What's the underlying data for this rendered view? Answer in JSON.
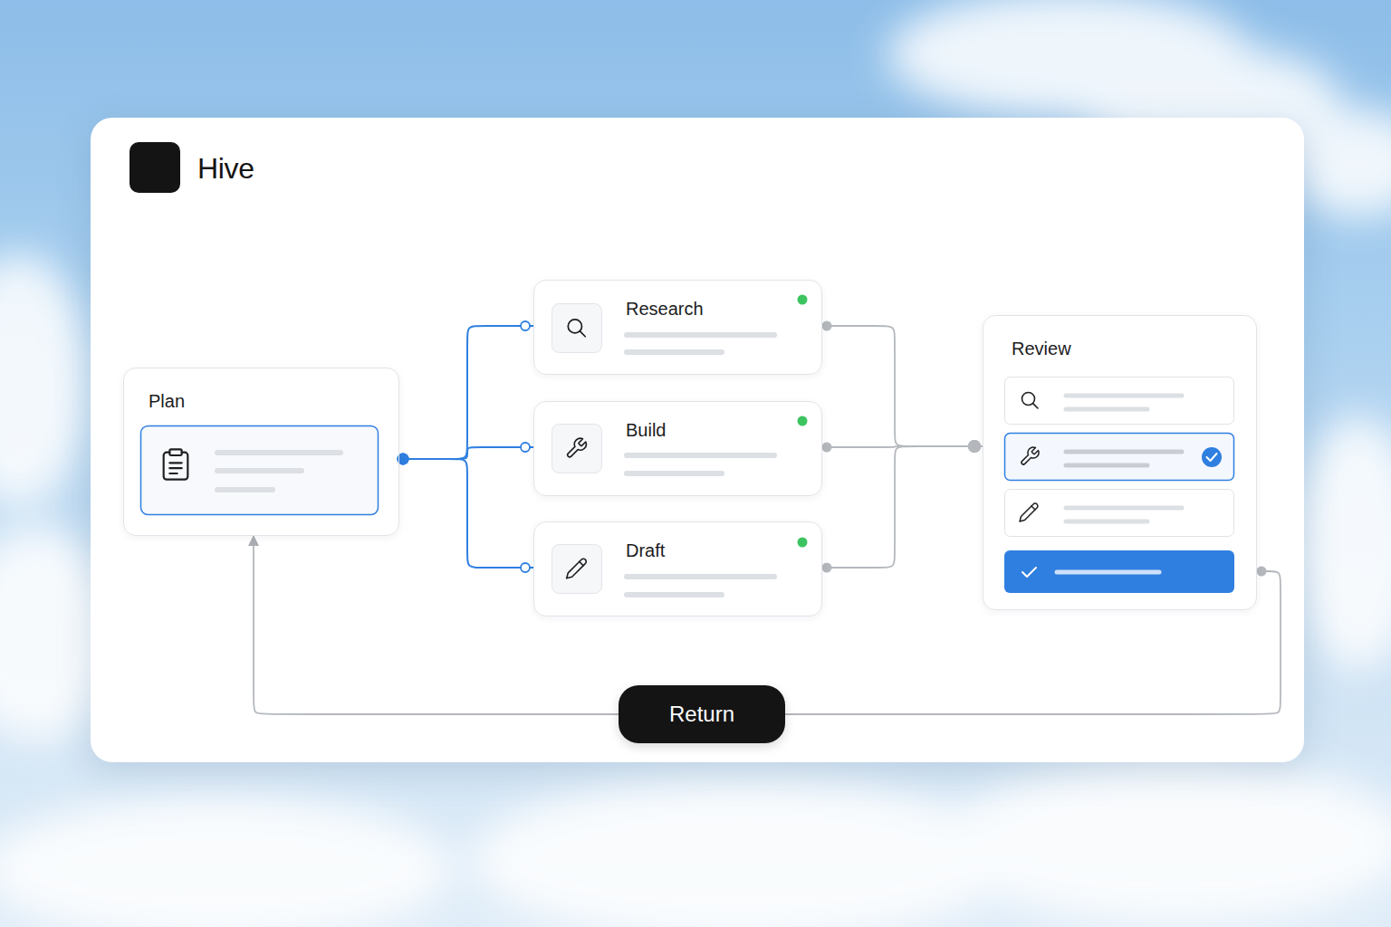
{
  "diagram": {
    "title": "Hive",
    "nodes": [
      {
        "text": [
          "Plan"
        ]
      },
      {
        "text": [
          "Research"
        ]
      },
      {
        "text": [
          "Build"
        ]
      },
      {
        "text": [
          "Draft"
        ]
      },
      {
        "text": [
          "Review"
        ]
      },
      {
        "text": [
          "Return"
        ]
      }
    ],
    "edges": [
      {
        "from": 0,
        "to": 1,
        "arrow": "none"
      },
      {
        "from": 0,
        "to": 2,
        "arrow": "none"
      },
      {
        "from": 0,
        "to": 3,
        "arrow": "none"
      },
      {
        "from": 1,
        "to": 4,
        "arrow": "none"
      },
      {
        "from": 2,
        "to": 4,
        "arrow": "none"
      },
      {
        "from": 3,
        "to": 4,
        "arrow": "none"
      },
      {
        "from": 4,
        "to": 5,
        "arrow": "none"
      },
      {
        "from": 5,
        "to": 0,
        "arrow": "to"
      }
    ]
  }
}
